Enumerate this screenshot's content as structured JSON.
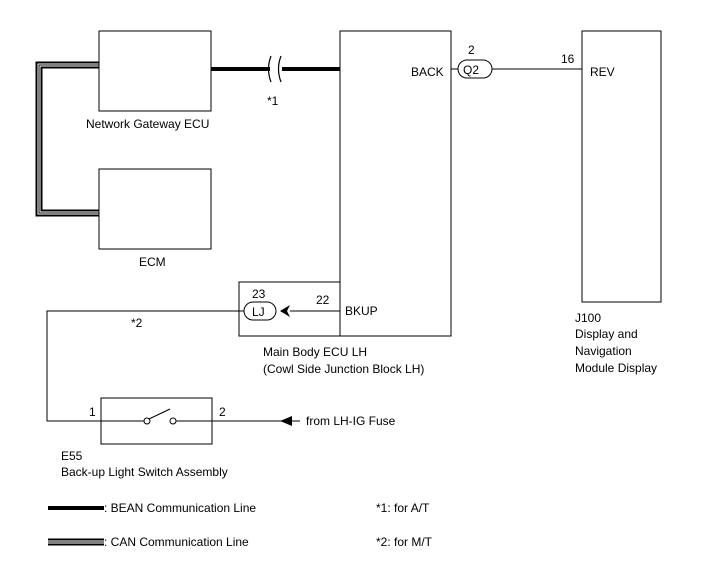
{
  "components": {
    "gateway": {
      "label": "Network Gateway ECU"
    },
    "ecm": {
      "label": "ECM"
    },
    "main_body": {
      "label_line1": "Main Body ECU LH",
      "label_line2": "(Cowl Side Junction Block LH)",
      "terminal_back": "BACK",
      "terminal_bkup": "BKUP",
      "connector_pin": "23",
      "connector": "LJ",
      "pin_bkup": "22"
    },
    "display": {
      "code": "J100",
      "label_line1": "Display and",
      "label_line2": "Navigation",
      "label_line3": "Module Display",
      "terminal_rev": "REV",
      "pin_rev": "16"
    },
    "q2_connector": {
      "pin": "2",
      "label": "Q2"
    },
    "switch": {
      "code": "E55",
      "label": "Back-up Light Switch Assembly",
      "pin1": "1",
      "pin2": "2"
    }
  },
  "annotations": {
    "note1_marker": "*1",
    "note2_marker": "*2",
    "fuse_source": "from LH-IG Fuse"
  },
  "legend": {
    "bean": ": BEAN Communication Line",
    "can": ": CAN Communication Line",
    "note1": "*1: for A/T",
    "note2": "*2: for M/T"
  }
}
